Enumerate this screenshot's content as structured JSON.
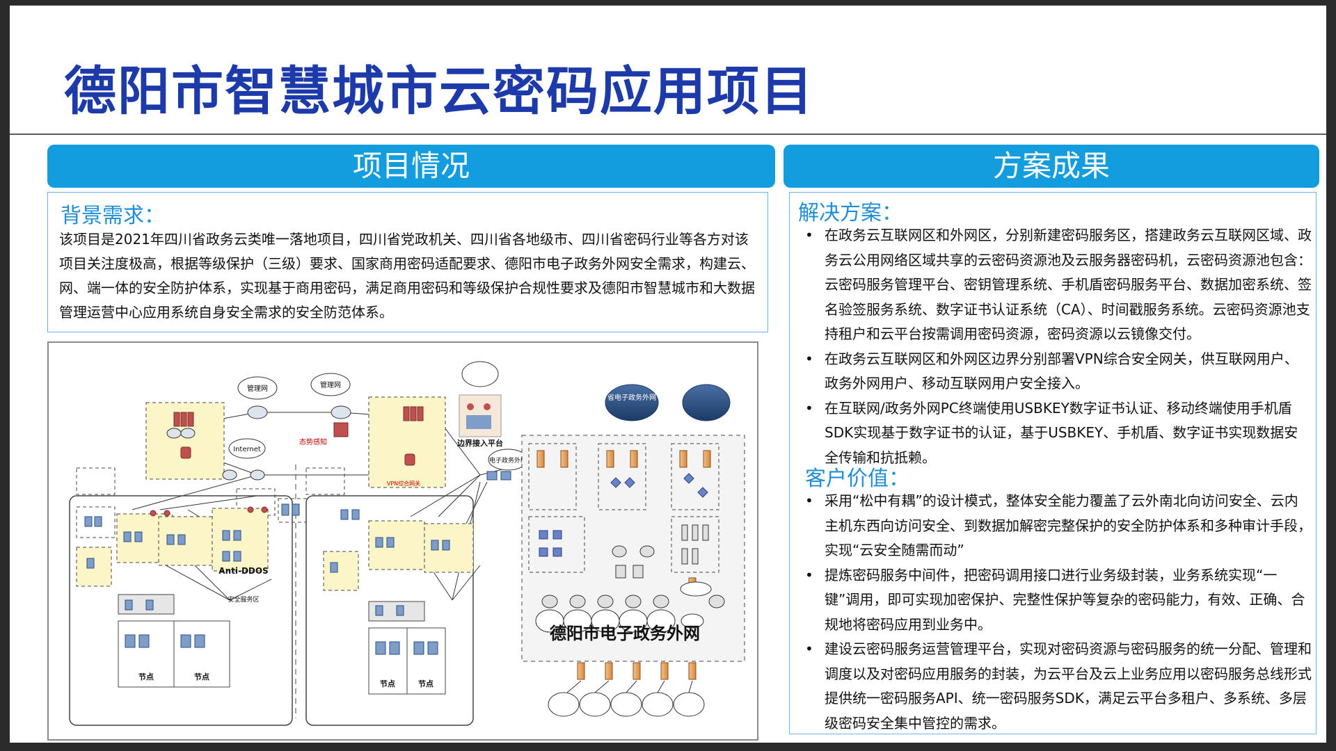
{
  "slide": {
    "title": "德阳市智慧城市云密码应用项目"
  },
  "left": {
    "banner": "项目情况",
    "background": {
      "heading": "背景需求：",
      "text": "该项目是2021年四川省政务云类唯一落地项目，四川省党政机关、四川省各地级市、四川省密码行业等各方对该项目关注度极高，根据等级保护（三级）要求、国家商用密码适配要求、德阳市电子政务外网安全需求，构建云、网、端一体的安全防护体系，实现基于商用密码，满足商用密码和等级保护合规性要求及德阳市智慧城市和大数据管理运营中心应用系统自身安全需求的安全防范体系。"
    },
    "diagram": {
      "labels": {
        "mgmt1": "管理网",
        "mgmt2": "管理网",
        "internet": "Internet",
        "gov_cloud": "省电子政务外网",
        "border": "边界接入平台",
        "gov_ext": "电子政务外网",
        "situation": "态势感知",
        "anti_ddos": "Anti-DDOS",
        "secure_zone": "安全服务区",
        "node1": "节点",
        "node2": "节点",
        "node3": "节点",
        "node4": "节点",
        "vpn": "VPN综合网关",
        "wan": "德阳市电子政务外网"
      }
    }
  },
  "right": {
    "banner": "方案成果",
    "solution": {
      "heading": "解决方案：",
      "items": [
        "在政务云互联网区和外网区，分别新建密码服务区，搭建政务云互联网区域、政务云公用网络区域共享的云密码资源池及云服务器密码机，云密码资源池包含：云密码服务管理平台、密钥管理系统、手机盾密码服务平台、数据加密系统、签名验签服务系统、数字证书认证系统（CA）、时间戳服务系统。云密码资源池支持租户和云平台按需调用密码资源，密码资源以云镜像交付。",
        "在政务云互联网区和外网区边界分别部署VPN综合安全网关，供互联网用户、政务外网用户、移动互联网用户安全接入。",
        "在互联网/政务外网PC终端使用USBKEY数字证书认证、移动终端使用手机盾SDK实现基于数字证书的认证，基于USBKEY、手机盾、数字证书实现数据安全传输和抗抵赖。"
      ]
    },
    "value": {
      "heading": "客户价值：",
      "items": [
        "采用“松中有耦”的设计模式，整体安全能力覆盖了云外南北向访问安全、云内主机东西向访问安全、到数据加解密完整保护的安全防护体系和多种审计手段，实现“云安全随需而动”",
        "提炼密码服务中间件，把密码调用接口进行业务级封装，业务系统实现“一键”调用，即可实现加密保护、完整性保护等复杂的密码能力，有效、正确、合规地将密码应用到业务中。",
        "建设云密码服务运营管理平台，实现对密码资源与密码服务的统一分配、管理和调度以及对密码应用服务的封装，为云平台及云上业务应用以密码服务总线形式提供统一密码服务API、统一密码服务SDK，满足云平台多租户、多系统、多层级密码安全集中管控的需求。"
      ]
    }
  },
  "colors": {
    "title": "#1c3aa9",
    "banner": "#139dde",
    "heading": "#1f8ed8",
    "panel_border": "#6bb5e0"
  }
}
